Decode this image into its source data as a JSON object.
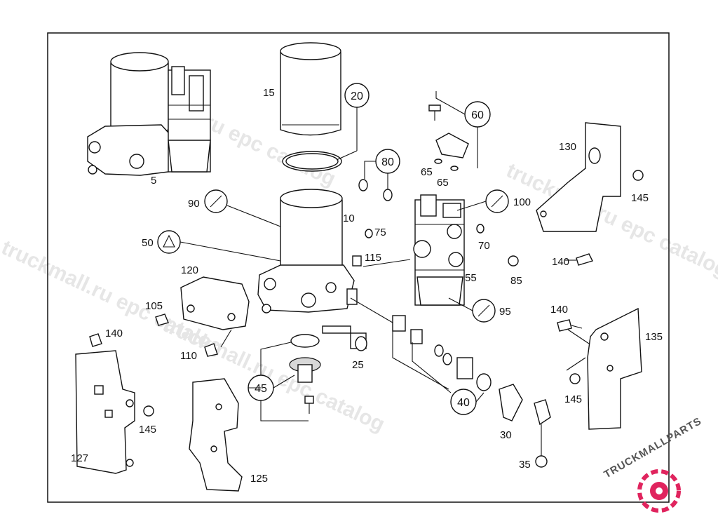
{
  "labels": {
    "l5": "5",
    "l10": "10",
    "l15": "15",
    "l20": "20",
    "l25": "25",
    "l30": "30",
    "l35": "35",
    "l40": "40",
    "l45": "45",
    "l50": "50",
    "l55": "55",
    "l60": "60",
    "l65a": "65",
    "l65b": "65",
    "l70": "70",
    "l75": "75",
    "l80": "80",
    "l85": "85",
    "l90": "90",
    "l95": "95",
    "l100": "100",
    "l105": "105",
    "l110": "110",
    "l115": "115",
    "l120": "120",
    "l125": "125",
    "l127": "127",
    "l130": "130",
    "l135": "135",
    "l140a": "140",
    "l140b": "140",
    "l140c": "140",
    "l145a": "145",
    "l145b": "145",
    "l145c": "145"
  },
  "watermark": {
    "text1": "truckmall.ru epc catalog",
    "text2": "truckmall.ru epc catalog",
    "text3": "truckmall.ru epc catalog",
    "text4": "truckmall.ru epc catalog"
  },
  "brand": {
    "name": "TRUCKMALLPARTS",
    "accent": "#e0245e"
  }
}
